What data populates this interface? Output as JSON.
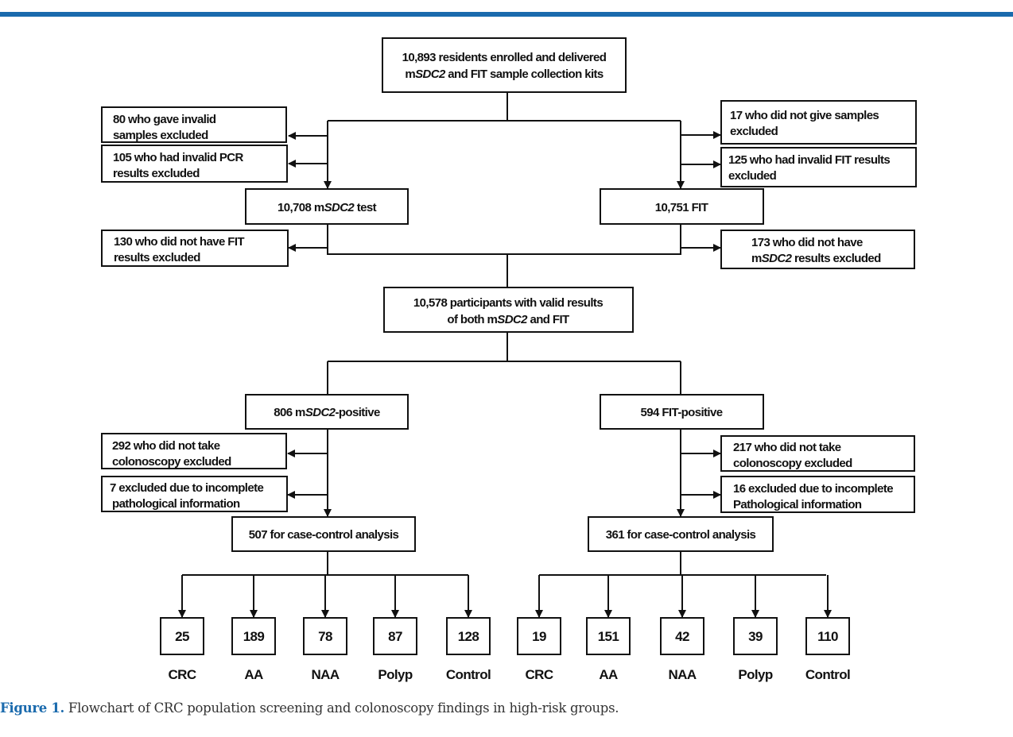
{
  "accent_color": "#1a6aad",
  "boxes": {
    "enrolled": {
      "l1": "10,893 residents enrolled and delivered",
      "l2a": "m",
      "l2b": "SDC2",
      "l2c": " and FIT sample collection kits"
    },
    "invalid_samples": {
      "l1": "80 who gave invalid",
      "l2": "samples excluded"
    },
    "invalid_pcr": {
      "l1": "105 who had invalid PCR",
      "l2": "results excluded"
    },
    "no_samples": {
      "l1": "17 who did not give samples",
      "l2": "excluded"
    },
    "invalid_fit": {
      "l1": "125 who had invalid FIT results",
      "l2": "excluded"
    },
    "msdc2_test": {
      "a": "10,708 m",
      "b": "SDC2",
      "c": " test"
    },
    "fit_test": {
      "a": "10,751 FIT"
    },
    "no_fit": {
      "l1": "130 who did not have FIT",
      "l2": "results excluded"
    },
    "no_msdc2": {
      "l1": "173 who did not have",
      "l2a": "m",
      "l2b": "SDC2",
      "l2c": " results excluded"
    },
    "valid_both": {
      "l1": "10,578 participants with valid results",
      "l2a": "of both m",
      "l2b": "SDC2",
      "l2c": " and FIT"
    },
    "msdc2_pos": {
      "a": "806 m",
      "b": "SDC2",
      "c": "-positive"
    },
    "fit_pos": {
      "a": "594 FIT-positive"
    },
    "left_no_colo": {
      "l1": "292 who did not take",
      "l2": "colonoscopy excluded"
    },
    "left_incomplete": {
      "l1": "7 excluded due to incomplete",
      "l2": "pathological information"
    },
    "right_no_colo": {
      "l1": "217 who did not take",
      "l2": "colonoscopy excluded"
    },
    "right_incomplete": {
      "l1": "16 excluded due to incomplete",
      "l2": "Pathological information"
    },
    "left_analysis": {
      "a": "507 for case-control analysis"
    },
    "right_analysis": {
      "a": "361 for case-control analysis"
    }
  },
  "outcomes_left": [
    {
      "value": "25",
      "label": "CRC"
    },
    {
      "value": "189",
      "label": "AA"
    },
    {
      "value": "78",
      "label": "NAA"
    },
    {
      "value": "87",
      "label": "Polyp"
    },
    {
      "value": "128",
      "label": "Control"
    }
  ],
  "outcomes_right": [
    {
      "value": "19",
      "label": "CRC"
    },
    {
      "value": "151",
      "label": "AA"
    },
    {
      "value": "42",
      "label": "NAA"
    },
    {
      "value": "39",
      "label": "Polyp"
    },
    {
      "value": "110",
      "label": "Control"
    }
  ],
  "caption": {
    "label": "Figure 1.",
    "text": " Flowchart of CRC population screening and colonoscopy findings in high-risk groups."
  }
}
